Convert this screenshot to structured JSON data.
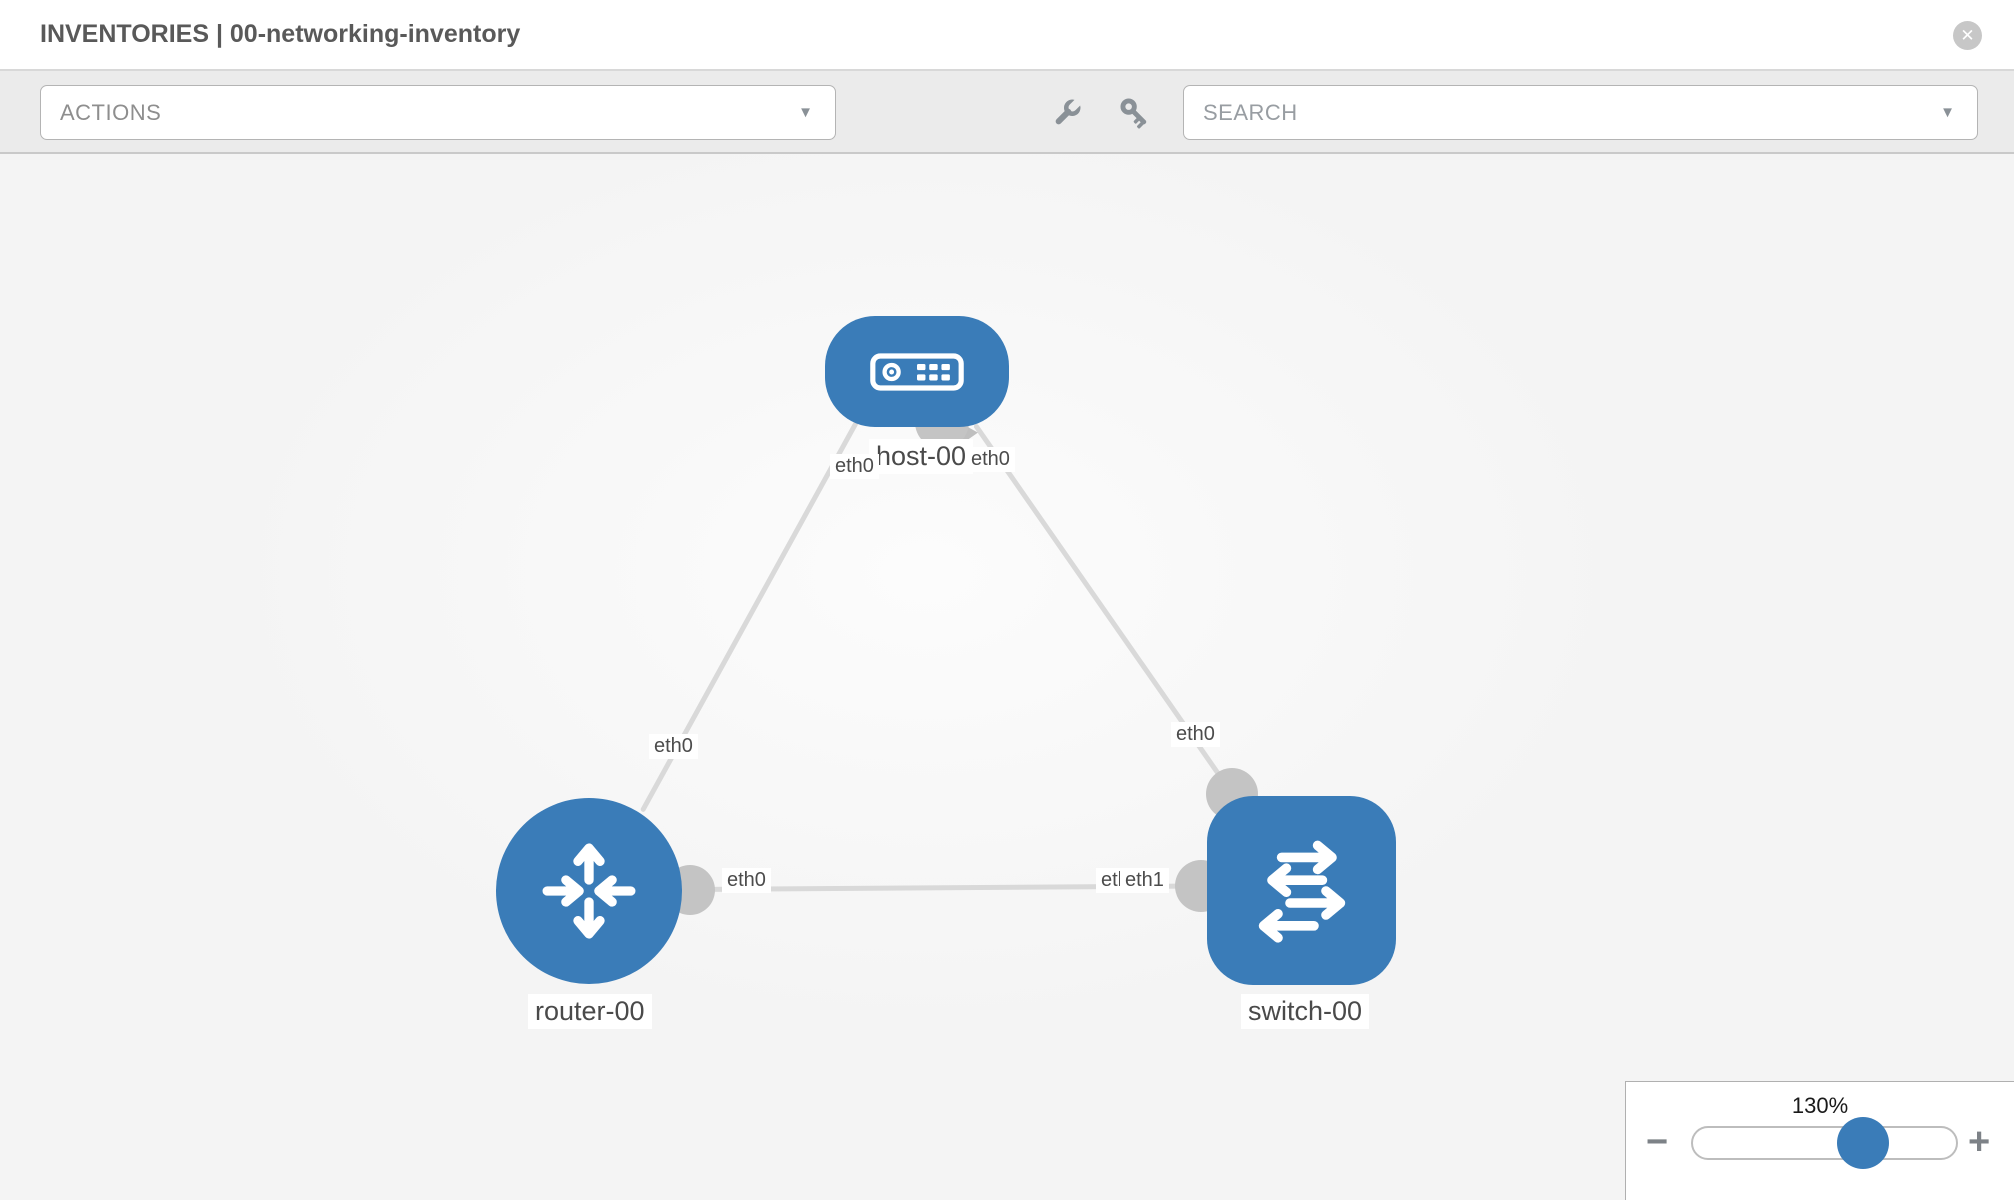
{
  "header": {
    "title": "INVENTORIES | 00-networking-inventory",
    "close_glyph": "✕"
  },
  "toolbar": {
    "actions_dropdown": {
      "label": "ACTIONS",
      "caret": "▼"
    },
    "search_dropdown": {
      "placeholder": "SEARCH",
      "caret": "▼"
    },
    "icons": {
      "wrench": "wrench-icon",
      "key": "key-icon"
    }
  },
  "topology": {
    "nodes": [
      {
        "id": "host-00",
        "label": "host-00",
        "type": "host",
        "icon": "server-icon"
      },
      {
        "id": "router-00",
        "label": "router-00",
        "type": "router",
        "icon": "router-arrows-icon"
      },
      {
        "id": "switch-00",
        "label": "switch-00",
        "type": "switch",
        "icon": "switch-arrows-icon"
      }
    ],
    "links": [
      {
        "from": "router-00",
        "to": "host-00",
        "from_if": "eth0",
        "to_if": "eth0"
      },
      {
        "from": "host-00",
        "to": "switch-00",
        "from_if": "eth0",
        "to_if": "eth0"
      },
      {
        "from": "router-00",
        "to": "switch-00",
        "from_if": "eth0",
        "to_if": "eth1",
        "to_if_overlapped": "eth0"
      }
    ]
  },
  "zoom_control": {
    "percent": "130%",
    "minus": "−",
    "plus": "+",
    "level": 65
  },
  "colors": {
    "node_blue": "#3a7cb8",
    "link_gray": "#d9d9d9",
    "connector_gray": "#c4c4c4",
    "icon_gray": "#8a9197",
    "toolbar_bg": "#ebebeb"
  }
}
